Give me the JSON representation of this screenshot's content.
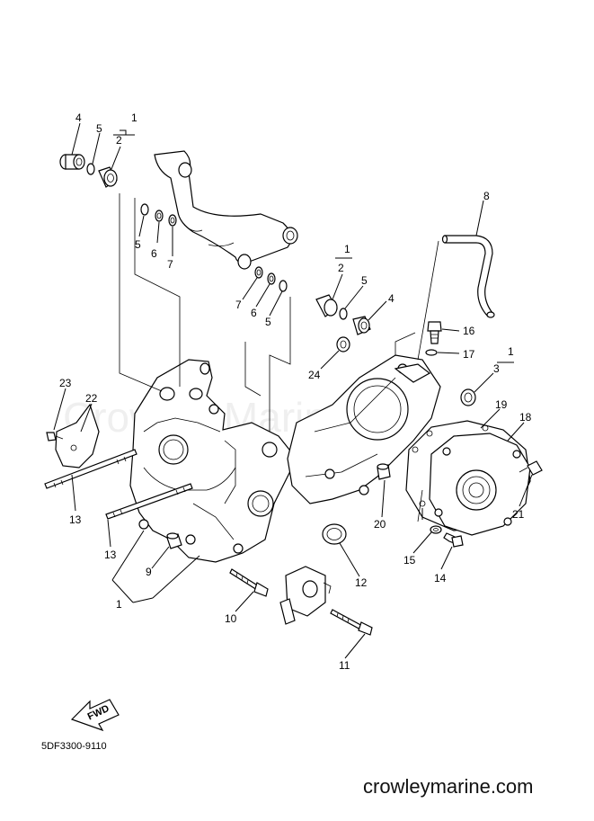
{
  "watermark": "Crowley Marine",
  "part_code": "5DF3300-9110",
  "site": "crowleymarine.com",
  "fwd_label": "FWD",
  "callouts": [
    {
      "id": "c4a",
      "text": "4"
    },
    {
      "id": "c5a",
      "text": "5"
    },
    {
      "id": "c1a",
      "text": "1"
    },
    {
      "id": "c2a",
      "text": "2"
    },
    {
      "id": "c5b",
      "text": "5"
    },
    {
      "id": "c6a",
      "text": "6"
    },
    {
      "id": "c7a",
      "text": "7"
    },
    {
      "id": "c8",
      "text": "8"
    },
    {
      "id": "c1b",
      "text": "1"
    },
    {
      "id": "c2b",
      "text": "2"
    },
    {
      "id": "c5c",
      "text": "5"
    },
    {
      "id": "c4b",
      "text": "4"
    },
    {
      "id": "c7b",
      "text": "7"
    },
    {
      "id": "c6b",
      "text": "6"
    },
    {
      "id": "c5d",
      "text": "5"
    },
    {
      "id": "c16",
      "text": "16"
    },
    {
      "id": "c17",
      "text": "17"
    },
    {
      "id": "c24",
      "text": "24"
    },
    {
      "id": "c1c",
      "text": "1"
    },
    {
      "id": "c3",
      "text": "3"
    },
    {
      "id": "c23",
      "text": "23"
    },
    {
      "id": "c22",
      "text": "22"
    },
    {
      "id": "c19",
      "text": "19"
    },
    {
      "id": "c18",
      "text": "18"
    },
    {
      "id": "c21",
      "text": "21"
    },
    {
      "id": "c13a",
      "text": "13"
    },
    {
      "id": "c13b",
      "text": "13"
    },
    {
      "id": "c20",
      "text": "20"
    },
    {
      "id": "c15",
      "text": "15"
    },
    {
      "id": "c14",
      "text": "14"
    },
    {
      "id": "c9",
      "text": "9"
    },
    {
      "id": "c12",
      "text": "12"
    },
    {
      "id": "c1d",
      "text": "1"
    },
    {
      "id": "c10",
      "text": "10"
    },
    {
      "id": "c11",
      "text": "11"
    }
  ]
}
